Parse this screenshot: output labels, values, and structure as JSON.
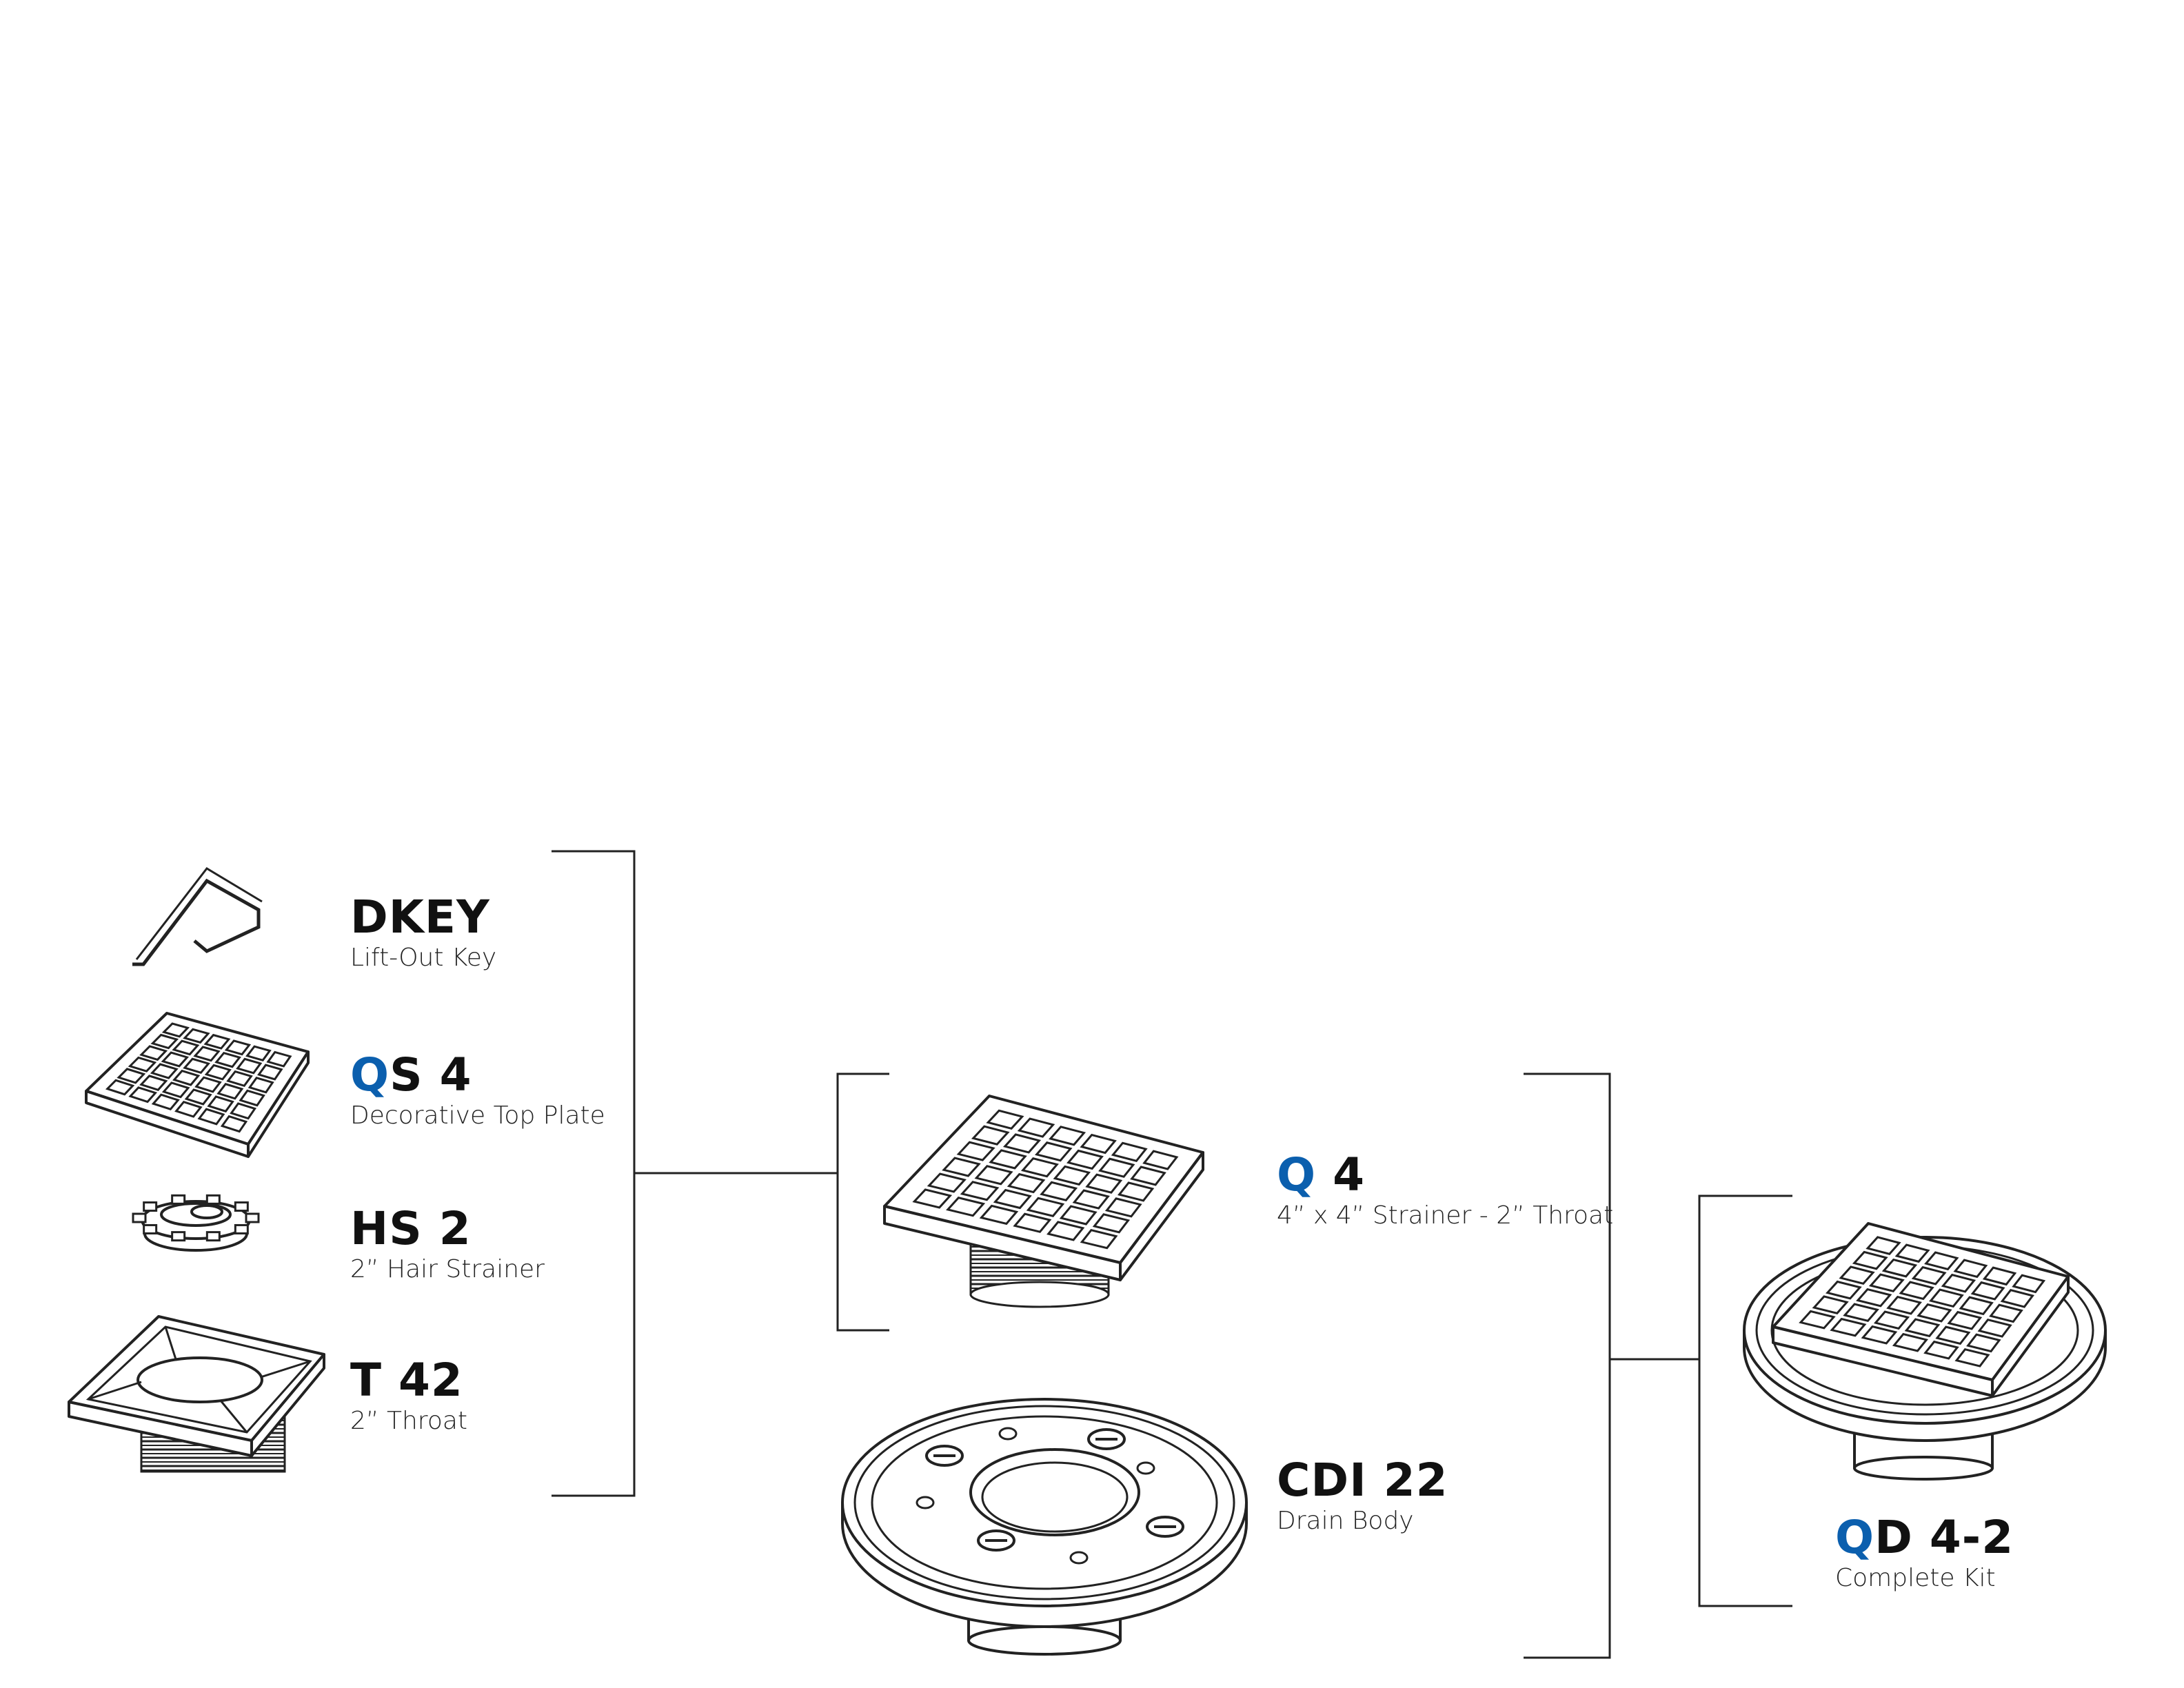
{
  "colors": {
    "accent": "#0b5fae",
    "line": "#222222"
  },
  "components": [
    {
      "id": "dkey",
      "accent": "",
      "rest": "DKEY",
      "desc": "Lift-Out Key"
    },
    {
      "id": "qs4",
      "accent": "Q",
      "rest": "S 4",
      "desc": "Decorative Top Plate"
    },
    {
      "id": "hs2",
      "accent": "",
      "rest": "HS 2",
      "desc": "2” Hair Strainer"
    },
    {
      "id": "t42",
      "accent": "",
      "rest": "T 42",
      "desc": "2” Throat"
    }
  ],
  "assemblies": [
    {
      "id": "q4",
      "accent": "Q",
      "rest": " 4",
      "desc": "4” x 4” Strainer - 2” Throat"
    },
    {
      "id": "cdi22",
      "accent": "",
      "rest": "CDI 22",
      "desc": "Drain Body"
    }
  ],
  "kit": {
    "id": "qd42",
    "accent": "Q",
    "rest": "D 4-2",
    "desc": "Complete Kit"
  }
}
